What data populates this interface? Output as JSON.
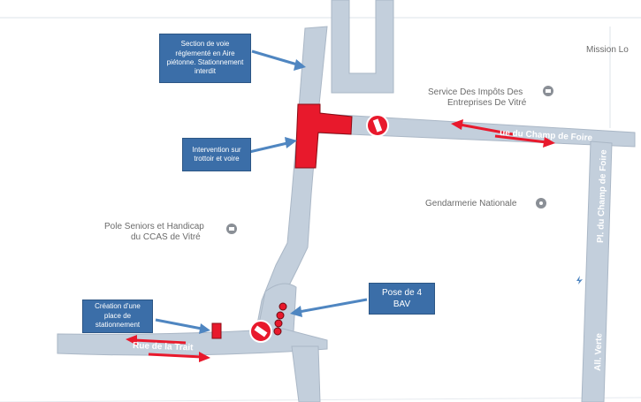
{
  "map": {
    "pois": {
      "mission": "Mission Lo",
      "impots_line1": "Service Des Impôts Des",
      "impots_line2": "Entreprises De Vitré",
      "gendarmerie": "Gendarmerie Nationale",
      "pole_line1": "Pole Seniors et Handicap",
      "pole_line2": "du CCAS de Vitré"
    },
    "streets": {
      "champ_de_foire": "ue du Champ de Foire",
      "pl_champ_de_foire": "Pl. du Champ de Foire",
      "all_verte": "All. Verte",
      "trait": "Rue de la Trait"
    },
    "annotations": {
      "section_voie": "Section de voie réglementé en Aire piétonne. Stationnement interdit",
      "intervention": "Intervention sur trottoir et voire",
      "creation": "Création d'une place de stationnement",
      "pose_line1": "Pose de 4",
      "pose_line2": "BAV"
    },
    "colors": {
      "road": "#c3cfdc",
      "work_zone": "#e8192c",
      "callout": "#3b6ea8",
      "arrow": "#4f86c1",
      "traffic_arrow": "#e8192c"
    }
  }
}
